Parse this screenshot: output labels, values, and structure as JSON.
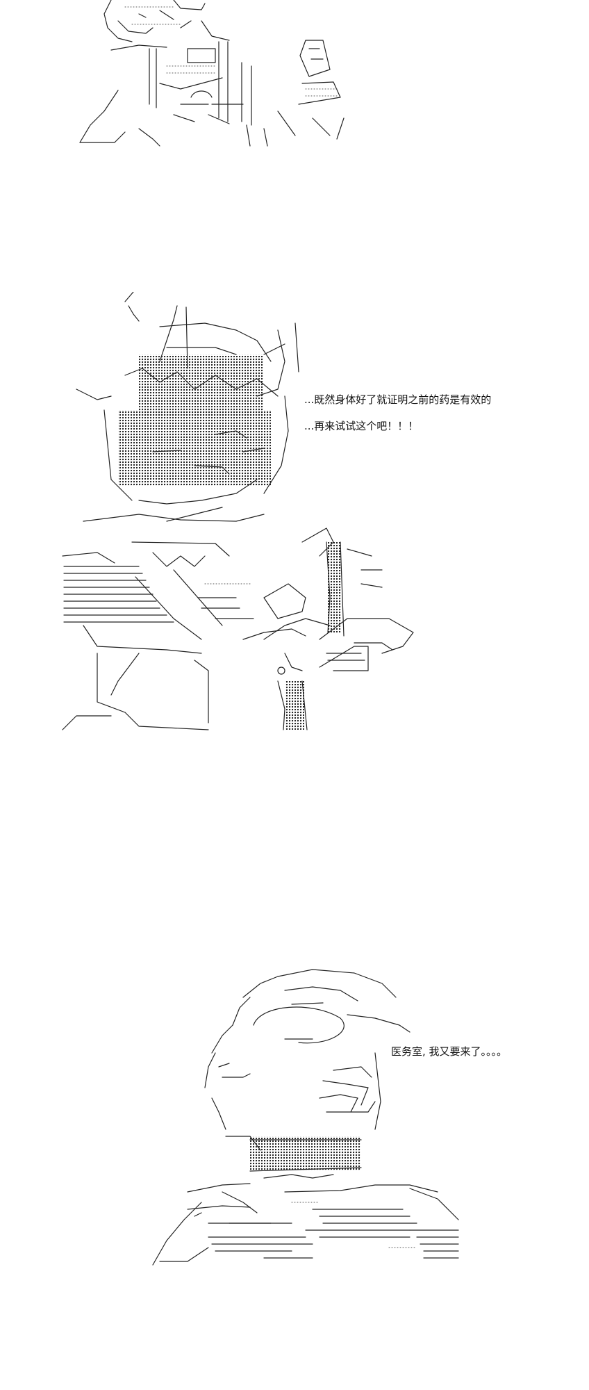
{
  "dialogue": {
    "scene_2": {
      "line_1": "...既然身体好了就证明之前的药是有效的",
      "line_2": "...再来试试这个吧！！！"
    },
    "scene_3": {
      "line_1": "医务室, 我又要来了。。。。"
    }
  },
  "colors": {
    "background": "#ffffff",
    "ink": "#222222"
  }
}
